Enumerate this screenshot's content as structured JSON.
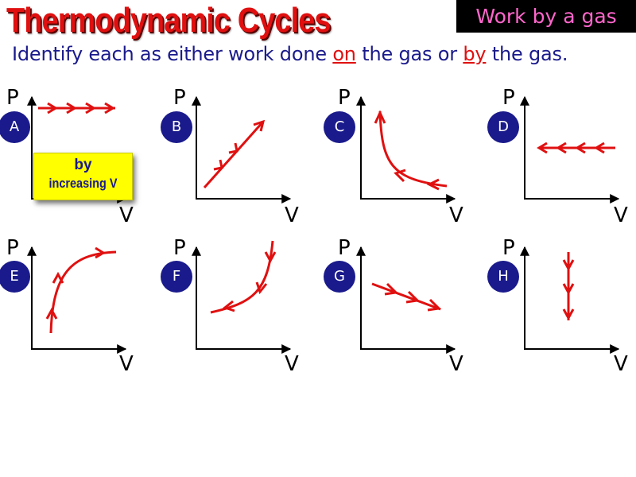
{
  "header": {
    "title": "Thermodynamic Cycles",
    "corner_badge": "Work by a gas"
  },
  "instruction": {
    "part1": "Identify each as either work done ",
    "word_on": "on",
    "part2": " the gas or ",
    "word_by": "by",
    "part3": " the gas."
  },
  "axis_labels": {
    "y": "P",
    "x": "V"
  },
  "colors": {
    "curve": "#e01010",
    "badge": "#1a1a8c",
    "answer_bg": "#ffff00",
    "title": "#e01010"
  },
  "panels": [
    {
      "id": "A",
      "process": "horizontal line at high pressure, arrows pointing right (expansion)"
    },
    {
      "id": "B",
      "process": "straight line rising up-right, arrows up-right"
    },
    {
      "id": "C",
      "process": "hyperbolic curve, arrows toward upper-left (compression)"
    },
    {
      "id": "D",
      "process": "horizontal line at mid pressure, arrows pointing left (compression)"
    },
    {
      "id": "E",
      "process": "concave curve rising from lower-left to upper-right, arrows forward"
    },
    {
      "id": "F",
      "process": "curve from top-right down to lower-left, arrows toward lower-left"
    },
    {
      "id": "G",
      "process": "line sloping down-right, arrows down-right"
    },
    {
      "id": "H",
      "process": "vertical line, arrows pointing down"
    }
  ],
  "answer_box": {
    "panel": "A",
    "line1": "by",
    "line2": "increasing V"
  }
}
